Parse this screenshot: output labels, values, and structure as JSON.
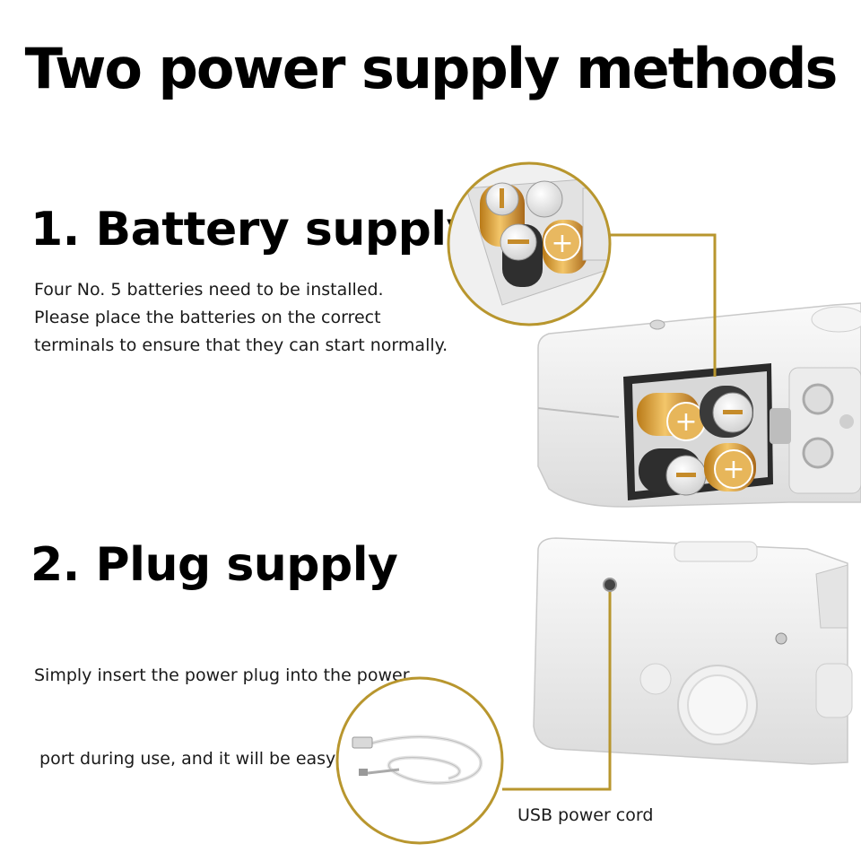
{
  "title": "Two power supply methods",
  "battery": {
    "heading": "1. Battery supply",
    "lines": [
      "Four No. 5 batteries need to be installed.",
      "Please place the batteries on the correct",
      "terminals to ensure that they can start normally."
    ]
  },
  "plug": {
    "heading": "2. Plug supply",
    "lines": [
      "Simply insert the power plug into the power",
      " port during use, and it will be easy to use."
    ]
  },
  "usb_caption": "USB power cord",
  "colors": {
    "accent_gold": "#b8962e",
    "battery_gold": "#d39a2c",
    "device_white": "#eeeeee"
  },
  "icons": [
    "battery-minus-icon",
    "battery-plus-icon"
  ]
}
